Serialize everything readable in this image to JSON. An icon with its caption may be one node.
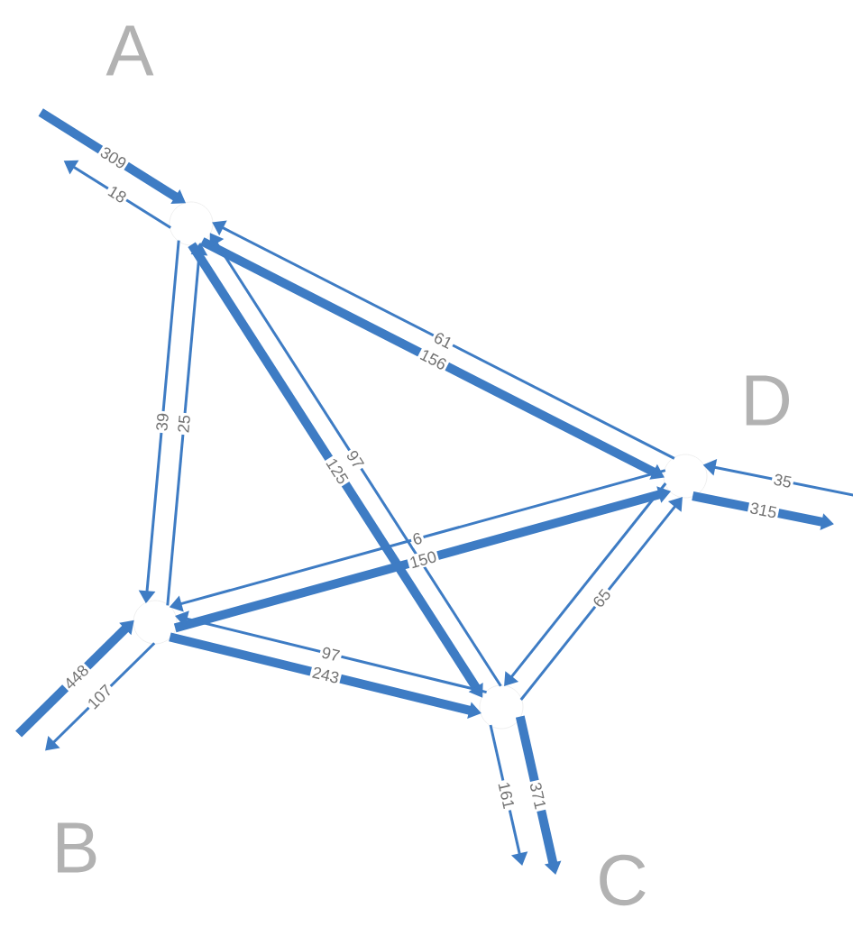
{
  "diagram": {
    "nodes": [
      {
        "text": [],
        "shape": "circle",
        "beside": [
          "A"
        ]
      },
      {
        "text": [],
        "shape": "circle",
        "beside": [
          "B"
        ]
      },
      {
        "text": [],
        "shape": "circle",
        "beside": [
          "C"
        ]
      },
      {
        "text": [],
        "shape": "circle",
        "beside": [
          "D"
        ]
      }
    ],
    "edges": [
      {
        "from": 1,
        "to": 0,
        "arrow": "to",
        "label": "25"
      },
      {
        "from": 0,
        "to": 1,
        "arrow": "to",
        "label": "39"
      },
      {
        "from": 3,
        "to": 0,
        "arrow": "to",
        "label": "61"
      },
      {
        "from": 0,
        "to": 3,
        "arrow": "to",
        "label": "156",
        "style": "thick"
      },
      {
        "from": 2,
        "to": 0,
        "arrow": "to",
        "label": "97"
      },
      {
        "from": 0,
        "to": 2,
        "arrow": "to",
        "label": "125",
        "style": "thick"
      },
      {
        "from": 3,
        "to": 1,
        "arrow": "to",
        "label": "6"
      },
      {
        "from": 1,
        "to": 3,
        "arrow": "to",
        "label": "150",
        "style": "thick"
      },
      {
        "from": 2,
        "to": 1,
        "arrow": "to",
        "label": "97"
      },
      {
        "from": 1,
        "to": 2,
        "arrow": "to",
        "label": "243",
        "style": "thick"
      },
      {
        "from": 2,
        "to": 3,
        "arrow": "to",
        "label": "65"
      },
      {
        "from": 3,
        "to": 2,
        "arrow": "to"
      },
      {
        "from": 0,
        "to": null,
        "arrow": "to",
        "label": "18"
      },
      {
        "from": null,
        "to": 0,
        "arrow": "to",
        "label": "309",
        "style": "thick"
      },
      {
        "from": 1,
        "to": null,
        "arrow": "to",
        "label": "107"
      },
      {
        "from": null,
        "to": 1,
        "arrow": "to",
        "label": "448",
        "style": "thick"
      },
      {
        "from": 2,
        "to": null,
        "arrow": "to",
        "label": "371",
        "style": "thick"
      },
      {
        "from": 2,
        "to": null,
        "arrow": "to",
        "label": "161"
      },
      {
        "from": null,
        "to": 3,
        "arrow": "to",
        "label": "35"
      },
      {
        "from": 3,
        "to": null,
        "arrow": "to",
        "label": "315",
        "style": "thick"
      }
    ]
  }
}
